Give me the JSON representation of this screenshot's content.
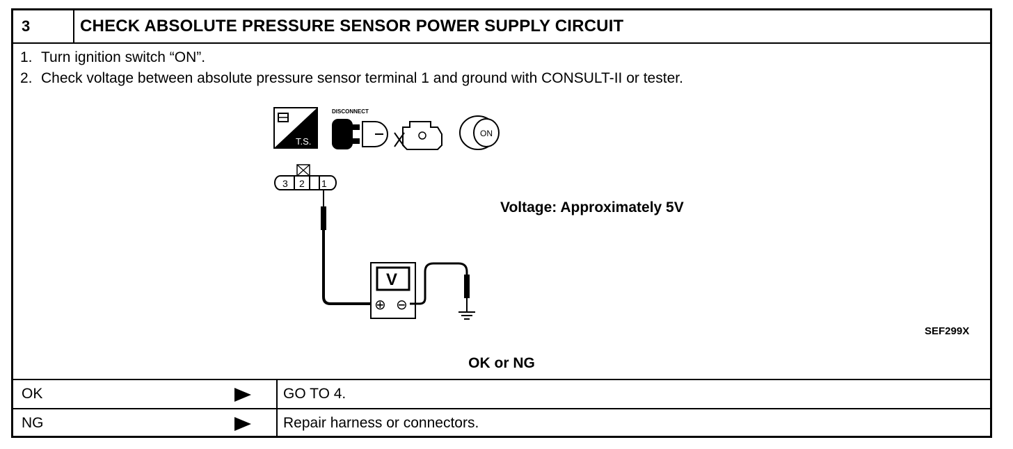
{
  "header": {
    "step_number": "3",
    "title": "CHECK ABSOLUTE PRESSURE SENSOR POWER SUPPLY CIRCUIT"
  },
  "steps": [
    {
      "num": "1.",
      "text": "Turn ignition switch “ON”."
    },
    {
      "num": "2.",
      "text": "Check voltage between absolute pressure sensor terminal 1 and ground with CONSULT-II or tester."
    }
  ],
  "icons": {
    "ts_label": "T.S.",
    "disconnect_label": "DISCONNECT",
    "ignition_label": "ON"
  },
  "connector": {
    "terminals": [
      "3",
      "2",
      "1"
    ]
  },
  "meter": {
    "symbol": "V",
    "plus": "⊕",
    "minus": "⊖"
  },
  "spec": "Voltage: Approximately 5V",
  "figure_code": "SEF299X",
  "result_label": "OK or NG",
  "outcomes": [
    {
      "label": "OK",
      "action": "GO TO 4."
    },
    {
      "label": "NG",
      "action": "Repair harness or connectors."
    }
  ]
}
